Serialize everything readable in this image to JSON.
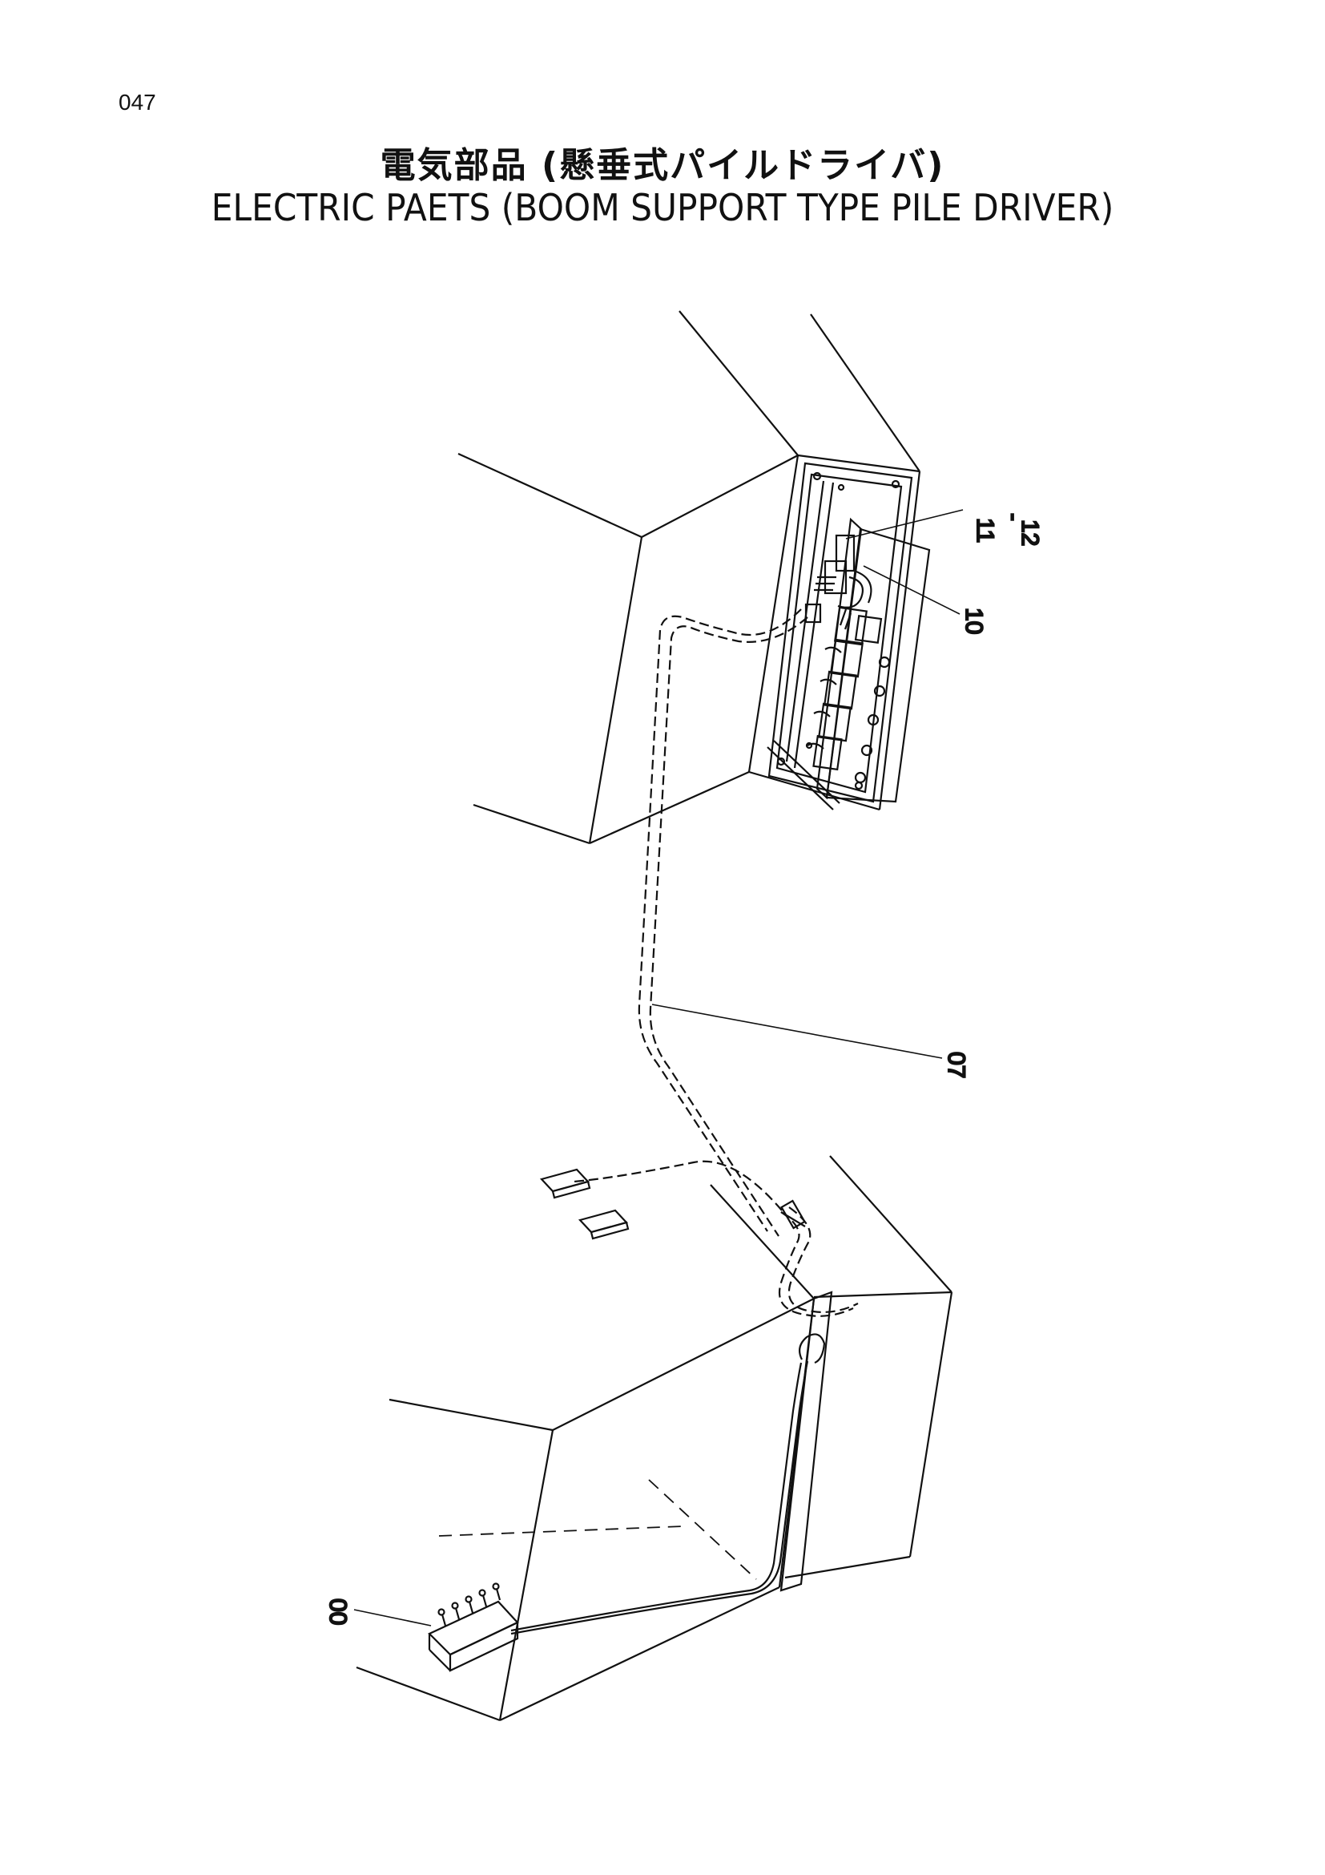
{
  "page": {
    "number": "047",
    "title_jp": "電気部品 (懸垂式パイルドライバ)",
    "title_en": "ELECTRIC PAETS (BOOM SUPPORT TYPE PILE DRIVER)"
  },
  "callouts": {
    "c11": "11",
    "c12": "12",
    "c10": "10",
    "c07": "07",
    "c00": "00"
  },
  "colors": {
    "line": "#111111",
    "background": "#ffffff"
  }
}
